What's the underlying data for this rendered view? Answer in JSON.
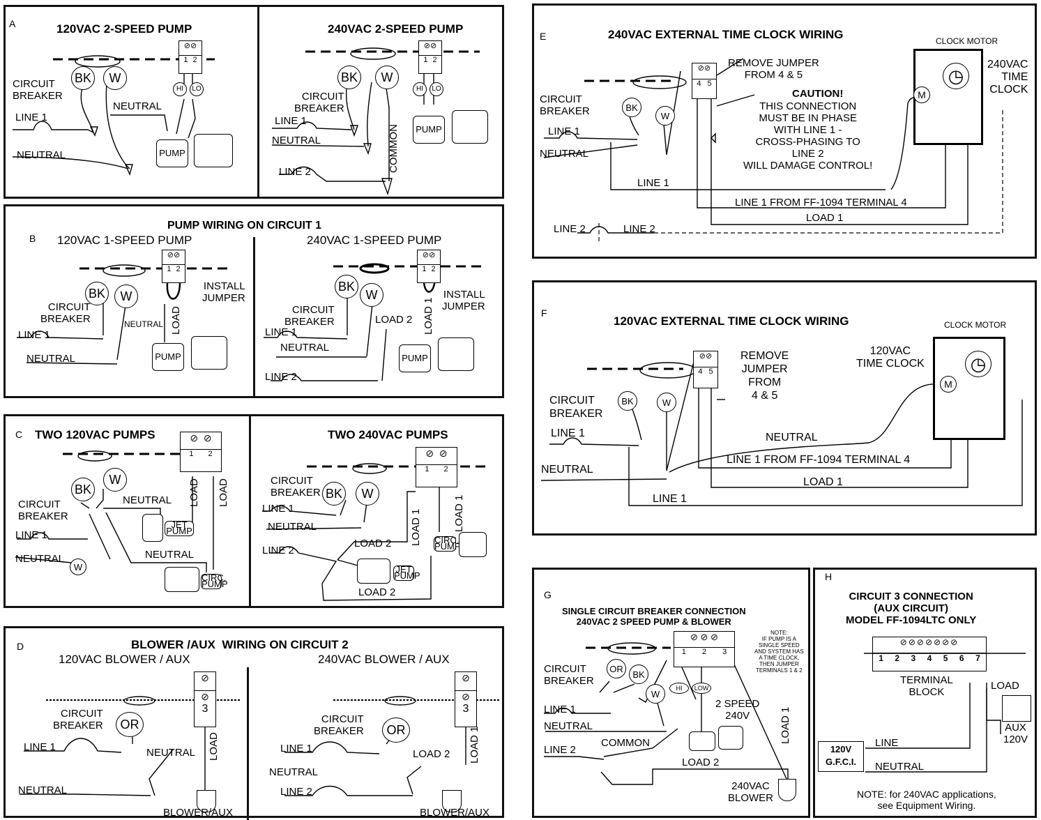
{
  "panelA": {
    "letter": "A",
    "left": {
      "title": "120VAC 2-SPEED PUMP",
      "circuit_breaker": "CIRCUIT\nBREAKER",
      "line1": "LINE 1",
      "neutral_wire": "NEUTRAL",
      "neutral": "NEUTRAL",
      "bk": "BK",
      "w": "W",
      "hi": "HI",
      "lo": "LO",
      "t1": "1",
      "t2": "2",
      "pump": "PUMP"
    },
    "right": {
      "title": "240VAC 2-SPEED PUMP",
      "circuit_breaker": "CIRCUIT\nBREAKER",
      "line1": "LINE 1",
      "neutral": "NEUTRAL",
      "line2": "LINE 2",
      "common": "COMMON",
      "bk": "BK",
      "w": "W",
      "hi": "HI",
      "lo": "LO",
      "t1": "1",
      "t2": "2",
      "pump": "PUMP"
    }
  },
  "panelB": {
    "letter": "B",
    "title": "PUMP WIRING ON CIRCUIT 1",
    "left": {
      "subtitle": "120VAC 1-SPEED PUMP",
      "circuit_breaker": "CIRCUIT\nBREAKER",
      "line1": "LINE 1",
      "neutral": "NEUTRAL",
      "neutral_wire": "NEUTRAL",
      "load": "LOAD",
      "install": "INSTALL\nJUMPER",
      "bk": "BK",
      "w": "W",
      "t1": "1",
      "t2": "2",
      "pump": "PUMP"
    },
    "right": {
      "subtitle": "240VAC 1-SPEED PUMP",
      "circuit_breaker": "CIRCUIT\nBREAKER",
      "line1": "LINE 1",
      "neutral": "NEUTRAL",
      "line2": "LINE 2",
      "load1": "LOAD 1",
      "load2": "LOAD 2",
      "install": "INSTALL\nJUMPER",
      "bk": "BK",
      "w": "W",
      "t1": "1",
      "t2": "2",
      "pump": "PUMP"
    }
  },
  "panelC": {
    "letter": "C",
    "left": {
      "title": "TWO 120VAC PUMPS",
      "circuit_breaker": "CIRCUIT\nBREAKER",
      "line1": "LINE 1",
      "neutral": "NEUTRAL",
      "neutral_a": "NEUTRAL",
      "neutral_b": "NEUTRAL",
      "load_a": "LOAD",
      "load_b": "LOAD",
      "bk": "BK",
      "w": "W",
      "w2": "W",
      "t1": "1",
      "t2": "2",
      "jet": "JET\nPUMP",
      "circ": "CIRC.\nPUMP"
    },
    "right": {
      "title": "TWO 240VAC PUMPS",
      "circuit_breaker": "CIRCUIT\nBREAKER",
      "line1": "LINE 1",
      "neutral": "NEUTRAL",
      "line2": "LINE 2",
      "load1a": "LOAD 1",
      "load1b": "LOAD 1",
      "load2a": "LOAD 2",
      "load2b": "LOAD 2",
      "bk": "BK",
      "w": "W",
      "t1": "1",
      "t2": "2",
      "jet": "JET\nPUMP",
      "circ": "CIRC.\nPUMP"
    }
  },
  "panelD": {
    "letter": "D",
    "title": "BLOWER /AUX  WIRING ON CIRCUIT 2",
    "left": {
      "subtitle": "120VAC BLOWER / AUX",
      "circuit_breaker": "CIRCUIT\nBREAKER",
      "or": "OR",
      "line1": "LINE 1",
      "neutral": "NEUTRAL",
      "neutral_wire": "NEUTRAL",
      "load": "LOAD",
      "t3": "3",
      "device": "BLOWER/AUX"
    },
    "right": {
      "subtitle": "240VAC BLOWER / AUX",
      "circuit_breaker": "CIRCUIT\nBREAKER",
      "or": "OR",
      "line1": "LINE 1",
      "neutral": "NEUTRAL",
      "line2": "LINE 2",
      "load1": "LOAD 1",
      "load2": "LOAD 2",
      "t3": "3",
      "device": "BLOWER/AUX"
    }
  },
  "panelE": {
    "letter": "E",
    "title": "240VAC EXTERNAL TIME CLOCK WIRING",
    "clock_motor": "CLOCK MOTOR",
    "clock": "240VAC\nTIME\nCLOCK",
    "m": "M",
    "remove": "REMOVE JUMPER\nFROM 4 & 5",
    "caution_title": "CAUTION!",
    "caution_body": "THIS CONNECTION\nMUST BE IN PHASE\nWITH LINE 1 -\nCROSS-PHASING TO\nLINE 2\nWILL DAMAGE CONTROL!",
    "circuit_breaker": "CIRCUIT\nBREAKER",
    "line1": "LINE 1",
    "neutral": "NEUTRAL",
    "line1_wire": "LINE 1",
    "line1_from": "LINE 1 FROM FF-1094 TERMINAL 4",
    "load1": "LOAD 1",
    "line2_a": "LINE 2",
    "line2_b": "LINE 2",
    "bk": "BK",
    "w": "W",
    "t4": "4",
    "t5": "5"
  },
  "panelF": {
    "letter": "F",
    "title": "120VAC EXTERNAL TIME CLOCK WIRING",
    "clock_motor": "CLOCK MOTOR",
    "clock": "120VAC\nTIME CLOCK",
    "m": "M",
    "remove": "REMOVE\nJUMPER\nFROM\n4 & 5",
    "circuit_breaker": "CIRCUIT\nBREAKER",
    "line1": "LINE 1",
    "neutral": "NEUTRAL",
    "neutral_wire": "NEUTRAL",
    "line1_from": "LINE 1 FROM FF-1094 TERMINAL 4",
    "load1": "LOAD 1",
    "line1_wire": "LINE 1",
    "bk": "BK",
    "w": "W",
    "t4": "4",
    "t5": "5"
  },
  "panelG": {
    "letter": "G",
    "title": "SINGLE CIRCUIT BREAKER CONNECTION\n240VAC 2 SPEED PUMP & BLOWER",
    "note": "NOTE:\nIF PUMP IS A\nSINGLE SPEED\nAND SYSTEM HAS\nA TIME CLOCK,\nTHEN JUMPER\nTERMINALS 1 & 2",
    "circuit_breaker": "CIRCUIT\nBREAKER",
    "line1": "LINE 1",
    "neutral": "NEUTRAL",
    "common": "COMMON",
    "line2": "LINE 2",
    "load2": "LOAD 2",
    "load1": "LOAD 1",
    "pump": "2 SPEED\n240V",
    "blower": "240VAC\nBLOWER",
    "or": "OR",
    "bk": "BK",
    "w": "W",
    "hi": "HI",
    "low": "LOW",
    "t1": "1",
    "t2": "2",
    "t3": "3"
  },
  "panelH": {
    "letter": "H",
    "title": "CIRCUIT 3 CONNECTION\n(AUX CIRCUIT)\nMODEL FF-1094LTC ONLY",
    "terminals": [
      "1",
      "2",
      "3",
      "4",
      "5",
      "6",
      "7"
    ],
    "terminal_block": "TERMINAL\nBLOCK",
    "load": "LOAD",
    "aux": "AUX\n120V",
    "gfci": "120V\nG.F.C.I.",
    "line": "LINE",
    "neutral": "NEUTRAL",
    "note": "NOTE: for 240VAC applications,\nsee Equipment Wiring."
  }
}
